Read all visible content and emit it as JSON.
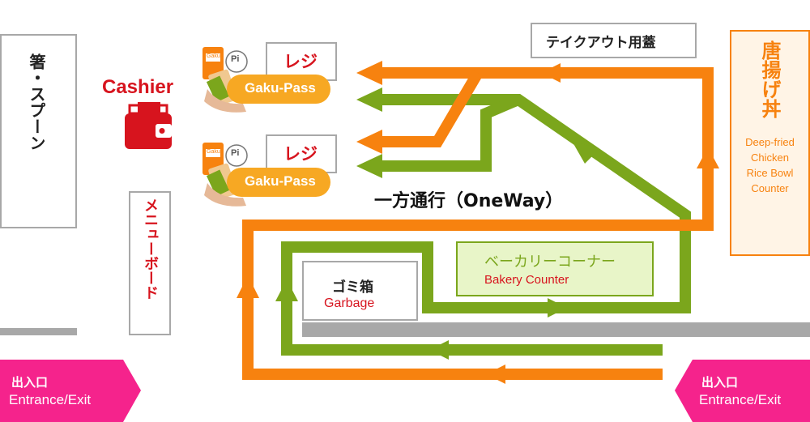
{
  "cutlery": {
    "label": "箸・スプーン"
  },
  "menu_board": {
    "label": "メニューボード"
  },
  "cashier": {
    "label": "Cashier"
  },
  "registers": [
    {
      "label": "レジ",
      "pass_label": "Gaku-Pass",
      "reader_text": "Pi",
      "card_text": "Gaku"
    },
    {
      "label": "レジ",
      "pass_label": "Gaku-Pass",
      "reader_text": "Pi",
      "card_text": "Gaku"
    }
  ],
  "takeout_lids": {
    "label": "テイクアウト用蓋"
  },
  "karaage": {
    "title": "唐揚げ丼",
    "subtitle_lines": [
      "Deep-fried",
      "Chicken",
      "Rice Bowl",
      "Counter"
    ]
  },
  "oneway": {
    "label": "一方通行（OneWay）"
  },
  "bakery": {
    "jp": "ベーカリーコーナー",
    "en": "Bakery Counter"
  },
  "garbage": {
    "jp": "ゴミ箱",
    "en": "Garbage"
  },
  "entrances": [
    {
      "jp": "出入口",
      "en": "Entrance/Exit"
    },
    {
      "jp": "出入口",
      "en": "Entrance/Exit"
    }
  ],
  "colors": {
    "orange": "#f7820f",
    "green": "#7ba61c",
    "pink": "#f5238c",
    "red": "#d7141e",
    "gray": "#a8a8a8",
    "bakery_bg": "#e8f5c8"
  }
}
